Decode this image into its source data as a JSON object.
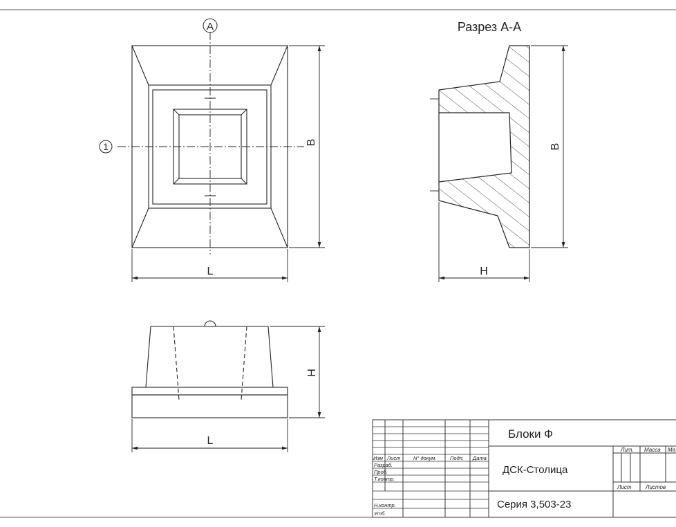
{
  "section_title": "Разрез А-А",
  "axis_labels": {
    "top": "A",
    "left": "1"
  },
  "plan_dimensions": {
    "width": "L",
    "height": "B"
  },
  "section_dimensions": {
    "height": "B",
    "depth": "H"
  },
  "side_dimensions": {
    "height": "H",
    "width": "L"
  },
  "title_block": {
    "title": "Блоки Ф",
    "organization": "ДСК-Столица",
    "series": "Серия 3,503-23",
    "columns": [
      "Изм",
      "Лист",
      "N° докум.",
      "Подп.",
      "Дата"
    ],
    "roles": [
      "Разраб.",
      "Проб.",
      "Т.контр.",
      "Н.контр.",
      "Утб."
    ],
    "right_headers": [
      "Лит.",
      "Масса",
      "Ма"
    ],
    "sheet_labels": [
      "Лист",
      "Листов"
    ]
  },
  "colors": {
    "line": "#222222",
    "frame": "#555555",
    "hatch": "#333333",
    "background": "#ffffff"
  }
}
